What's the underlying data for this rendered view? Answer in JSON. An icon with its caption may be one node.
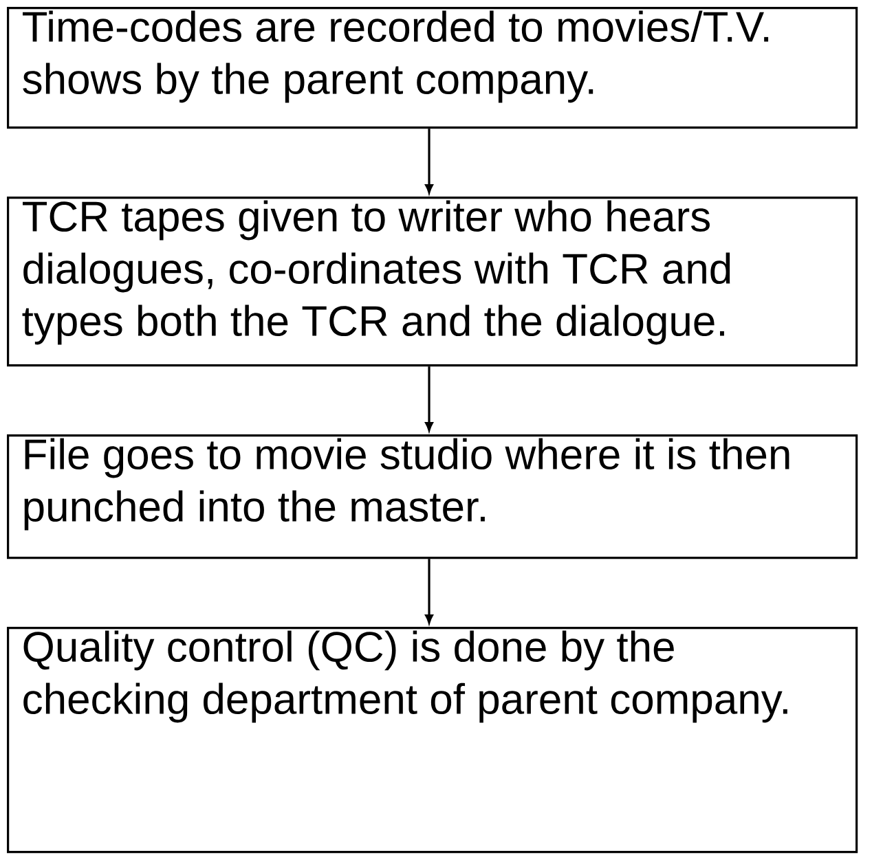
{
  "diagram": {
    "nodes": [
      {
        "text": [
          "Time-codes are recorded to movies/T.V. shows by the parent company."
        ]
      },
      {
        "text": [
          "TCR tapes given to writer who hears dialogues, co-ordinates with TCR and types both the TCR and the dialogue."
        ]
      },
      {
        "text": [
          "File goes to movie studio where it is then punched into the master."
        ]
      },
      {
        "text": [
          "Quality control (QC) is done by the checking department of parent company."
        ]
      }
    ],
    "edges": [
      {
        "from": 0,
        "to": 1,
        "arrow": "to"
      },
      {
        "from": 1,
        "to": 2,
        "arrow": "to"
      },
      {
        "from": 2,
        "to": 3,
        "arrow": "to"
      }
    ]
  }
}
